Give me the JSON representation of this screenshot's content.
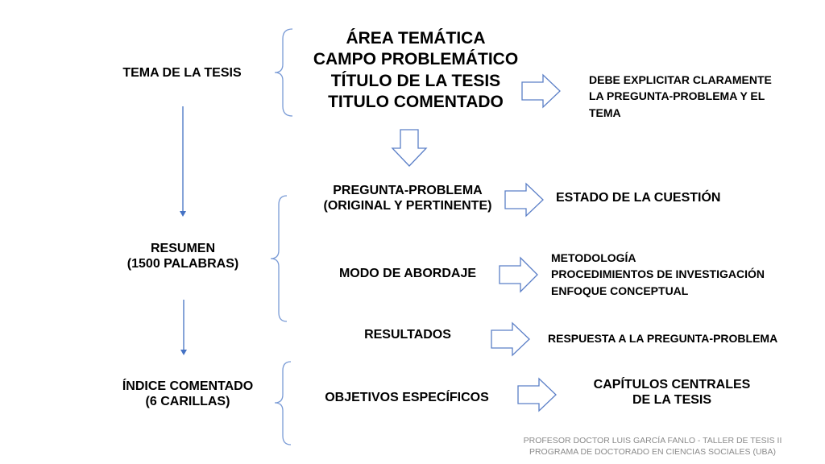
{
  "left": {
    "tema": "TEMA DE LA TESIS",
    "resumen": [
      "RESUMEN",
      "(1500 PALABRAS)"
    ],
    "indice": [
      "ÍNDICE COMENTADO",
      "(6 CARILLAS)"
    ]
  },
  "middle": {
    "top_block": [
      "ÁREA TEMÁTICA",
      "CAMPO PROBLEMÁTICO",
      "TÍTULO DE LA TESIS",
      "TITULO COMENTADO"
    ],
    "pregunta": [
      "PREGUNTA-PROBLEMA",
      "(ORIGINAL Y PERTINENTE)"
    ],
    "modo": "MODO DE ABORDAJE",
    "resultados": "RESULTADOS",
    "objetivos": "OBJETIVOS ESPECÍFICOS"
  },
  "right": {
    "debe": [
      "DEBE EXPLICITAR CLARAMENTE",
      "LA PREGUNTA-PROBLEMA Y EL",
      "TEMA"
    ],
    "estado": "ESTADO DE LA CUESTIÓN",
    "metodologia": [
      "METODOLOGÍA",
      "PROCEDIMIENTOS DE INVESTIGACIÓN",
      "ENFOQUE CONCEPTUAL"
    ],
    "respuesta": "RESPUESTA A LA PREGUNTA-PROBLEMA",
    "capitulos": [
      "CAPÍTULOS CENTRALES",
      "DE LA TESIS"
    ]
  },
  "footer": {
    "line1": "PROFESOR DOCTOR LUIS GARCÍA FANLO - TALLER DE TESIS II",
    "line2": "PROGRAMA DE DOCTORADO EN CIENCIAS SOCIALES (UBA)"
  },
  "colors": {
    "connector": "#4472c4",
    "bracket": "#7a9bd6",
    "arrow_stroke": "#5b7fc7",
    "footer": "#8a8a8a"
  }
}
